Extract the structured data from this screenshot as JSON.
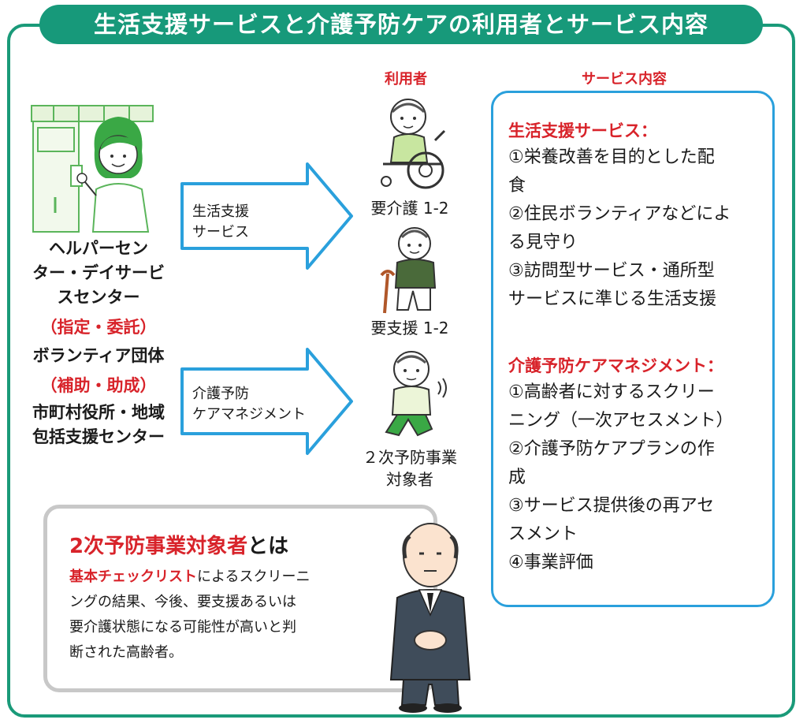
{
  "title": "生活支援サービスと介護予防ケアの利用者とサービス内容",
  "column_heads": {
    "users": "利用者",
    "services": "サービス内容"
  },
  "providers": {
    "line1": "ヘルパーセン",
    "line2": "ター・デイサービ",
    "line3": "スセンター",
    "designation": "（指定・委託）",
    "volunteer": "ボランティア団体",
    "subsidy": "（補助・助成）",
    "municipal1": "市町村役所・地域",
    "municipal2": "包括支援センター"
  },
  "arrows": {
    "top_line1": "生活支援",
    "top_line2": "サービス",
    "bottom_line1": "介護予防",
    "bottom_line2": "ケアマネジメント"
  },
  "users": {
    "care": "要介護 1-2",
    "support": "要支援 1-2",
    "secondary1": "２次予防事業",
    "secondary2": "対象者"
  },
  "services": {
    "life_head": "生活支援サービス：",
    "life_items": [
      "①栄養改善を目的とした配",
      "食",
      "②住民ボランティアなどによ",
      "る見守り",
      "③訪問型サービス・通所型",
      "サービスに準じる生活支援"
    ],
    "care_head": "介護予防ケアマネジメント：",
    "care_items": [
      "①高齢者に対するスクリー",
      "ニング（一次アセスメント）",
      "②介護予防ケアプランの作",
      "成",
      "③サービス提供後の再アセ",
      "スメント",
      "④事業評価"
    ]
  },
  "definition": {
    "title_red": "2次予防事業対象者",
    "title_black": "とは",
    "text_red": "基本チェックリスト",
    "text_rest1": "によるスクリーニ",
    "text_line2": "ングの結果、今後、要支援あるいは",
    "text_line3": "要介護状態になる可能性が高いと判",
    "text_line4": "断された高齢者。"
  },
  "colors": {
    "green": "#17997a",
    "red": "#d8232a",
    "blue": "#2aa0dc"
  }
}
